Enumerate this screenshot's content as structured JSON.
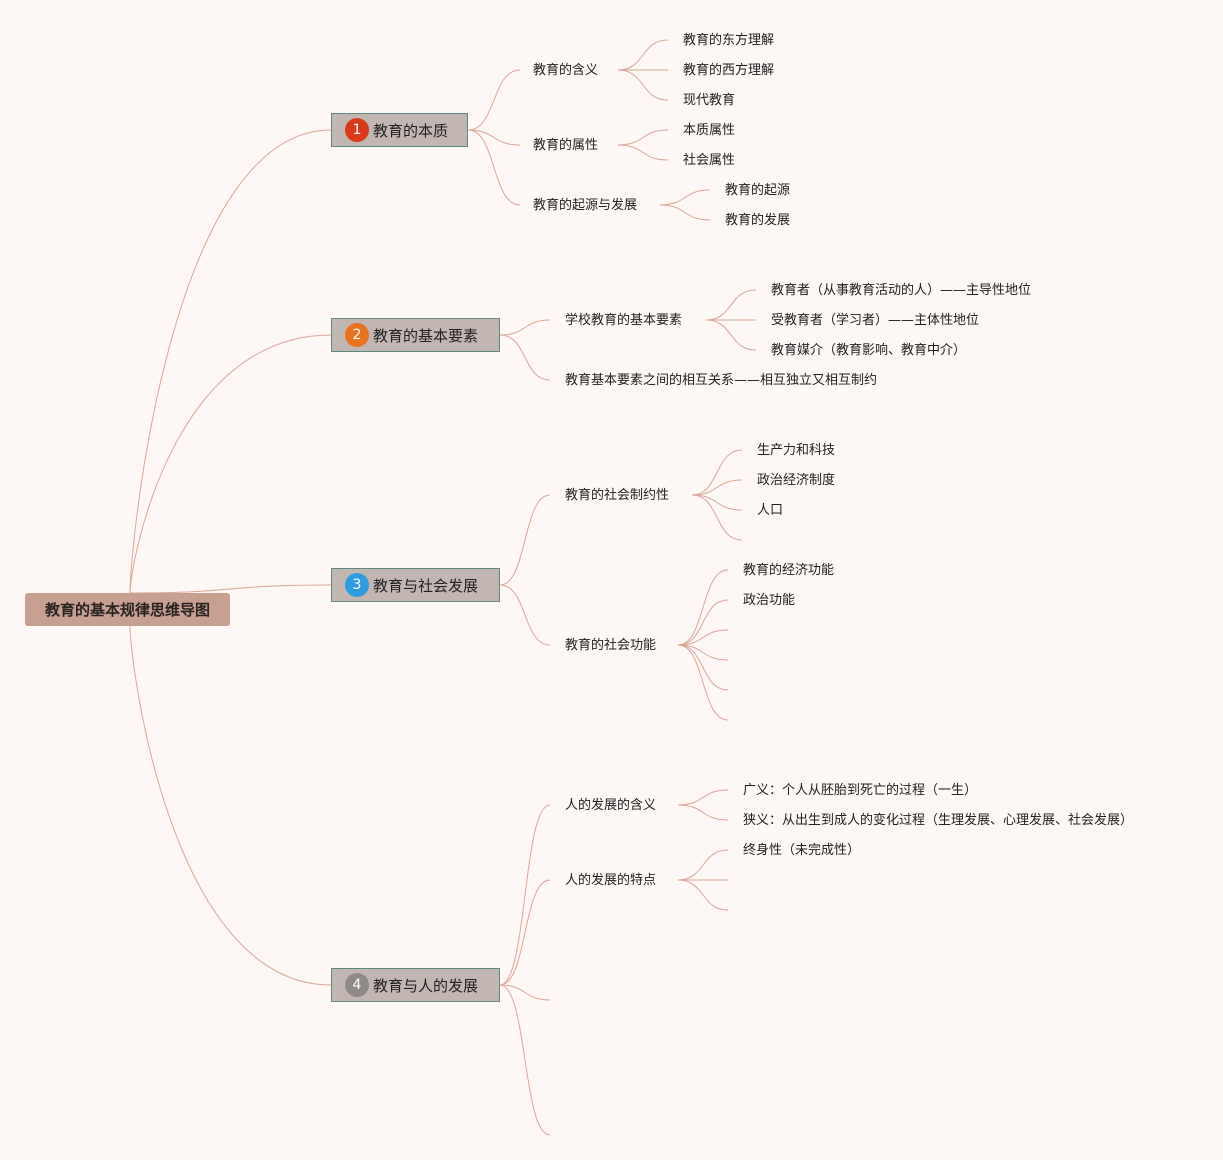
{
  "root": "教育的基本规律思维导图",
  "colors": {
    "line": "#d9a898",
    "badge1": "#d93a1a",
    "badge2": "#e8721e",
    "badge3": "#2f9be0",
    "badge4": "#8f8a87"
  },
  "topics": [
    {
      "number": "1",
      "title": "教育的本质",
      "subs": [
        {
          "label": "教育的含义",
          "children": [
            "教育的东方理解",
            "教育的西方理解",
            "现代教育"
          ]
        },
        {
          "label": "教育的属性",
          "children": [
            "本质属性",
            "社会属性"
          ]
        },
        {
          "label": "教育的起源与发展",
          "children": [
            "教育的起源",
            "教育的发展"
          ]
        }
      ]
    },
    {
      "number": "2",
      "title": "教育的基本要素",
      "subs": [
        {
          "label": "学校教育的基本要素",
          "children": [
            "教育者（从事教育活动的人）——主导性地位",
            "受教育者（学习者）——主体性地位",
            "教育媒介（教育影响、教育中介）"
          ]
        },
        {
          "label": "教育基本要素之间的相互关系——相互独立又相互制约",
          "children": []
        }
      ]
    },
    {
      "number": "3",
      "title": "教育与社会发展",
      "subs": [
        {
          "label": "教育的社会制约性",
          "children": [
            "生产力和科技",
            "政治经济制度",
            "人口",
            ""
          ]
        },
        {
          "label": "教育的社会功能",
          "children": [
            "教育的经济功能",
            "政治功能",
            "",
            "",
            "",
            ""
          ]
        }
      ]
    },
    {
      "number": "4",
      "title": "教育与人的发展",
      "subs": [
        {
          "label": "人的发展的含义",
          "children": [
            "广义：个人从胚胎到死亡的过程（一生）",
            "狭义：从出生到成人的变化过程（生理发展、心理发展、社会发展）"
          ]
        },
        {
          "label": "人的发展的特点",
          "children": [
            "终身性（未完成性）",
            "",
            ""
          ]
        },
        {
          "label": "",
          "children": []
        },
        {
          "label": "",
          "children": []
        }
      ]
    }
  ]
}
